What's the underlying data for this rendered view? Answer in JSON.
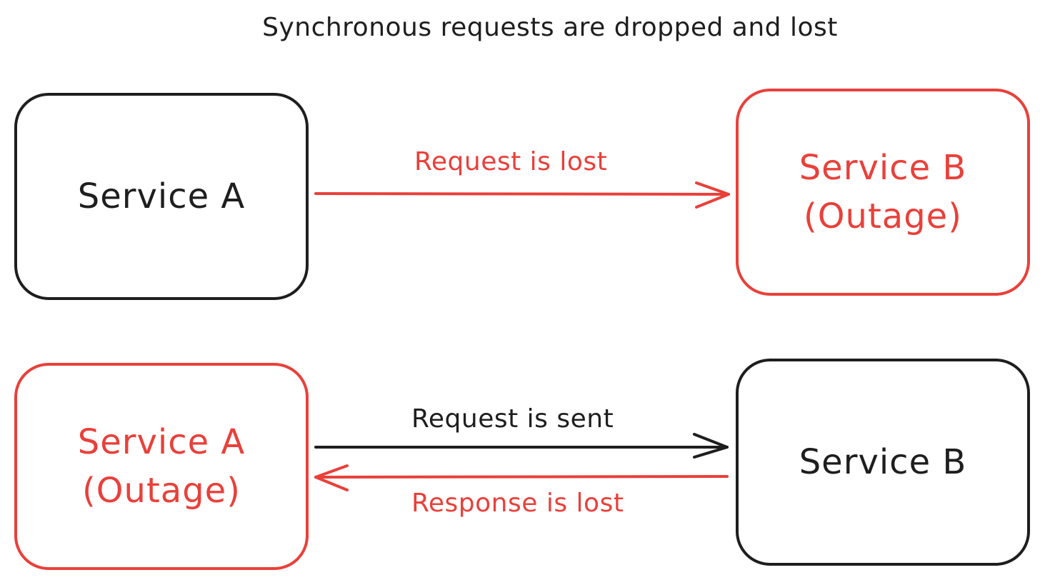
{
  "title": "Synchronous requests are dropped and lost",
  "colors": {
    "ink": "#1e1e1e",
    "outage": "#e9403a"
  },
  "scenario_1": {
    "service_a": {
      "line1": "Service A"
    },
    "service_b": {
      "line1": "Service B",
      "line2": "(Outage)"
    },
    "request_label": "Request is lost"
  },
  "scenario_2": {
    "service_a": {
      "line1": "Service A",
      "line2": "(Outage)"
    },
    "service_b": {
      "line1": "Service B"
    },
    "request_label": "Request is sent",
    "response_label": "Response is lost"
  }
}
